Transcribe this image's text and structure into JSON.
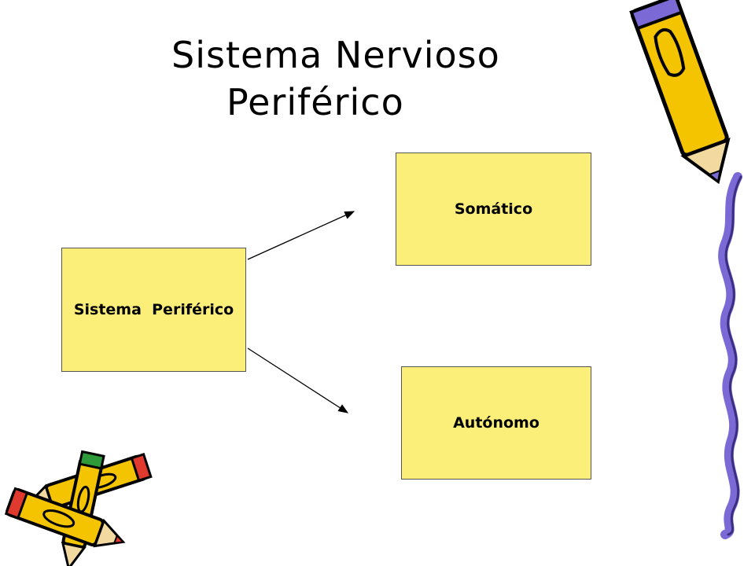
{
  "slide": {
    "title_line1": "Sistema Nervioso",
    "title_line2": "Periférico"
  },
  "diagram": {
    "root": "Sistema  Periférico",
    "branches": [
      "Somático",
      "Autónomo"
    ]
  },
  "colors": {
    "box_fill": "#fbee79",
    "pencil_yellow": "#f5c400",
    "pencil_purple": "#7b6ad6",
    "pencil_red": "#e03a2f",
    "pencil_green": "#2e9a3a"
  },
  "decorations": [
    "pencil-icon",
    "crossed-pencils-icon",
    "notebook-binding-icon"
  ]
}
